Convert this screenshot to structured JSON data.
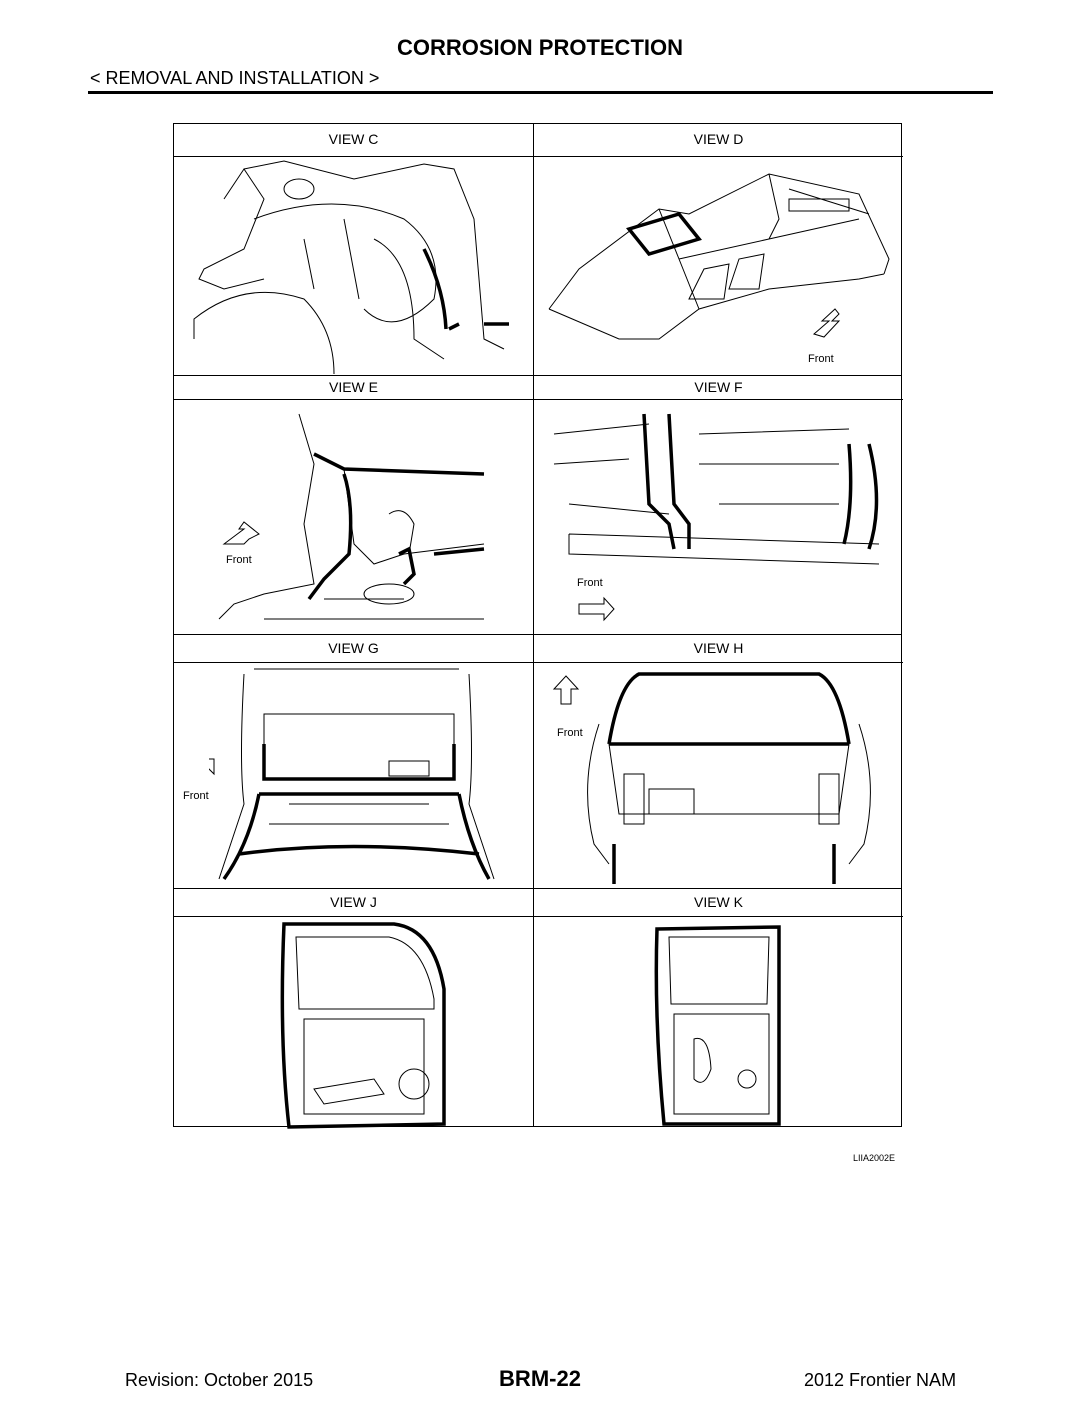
{
  "header": {
    "title": "CORROSION PROTECTION",
    "section": "< REMOVAL AND INSTALLATION >"
  },
  "figure": {
    "views": [
      {
        "label": "VIEW C"
      },
      {
        "label": "VIEW D",
        "front": "Front"
      },
      {
        "label": "VIEW E",
        "front": "Front"
      },
      {
        "label": "VIEW F",
        "front": "Front"
      },
      {
        "label": "VIEW G",
        "front": "Front"
      },
      {
        "label": "VIEW H",
        "front": "Front"
      },
      {
        "label": "VIEW J"
      },
      {
        "label": "VIEW K"
      }
    ],
    "caption": "LIIA2002E"
  },
  "footer": {
    "revision": "Revision: October 2015",
    "page": "BRM-22",
    "model": "2012 Frontier NAM"
  }
}
